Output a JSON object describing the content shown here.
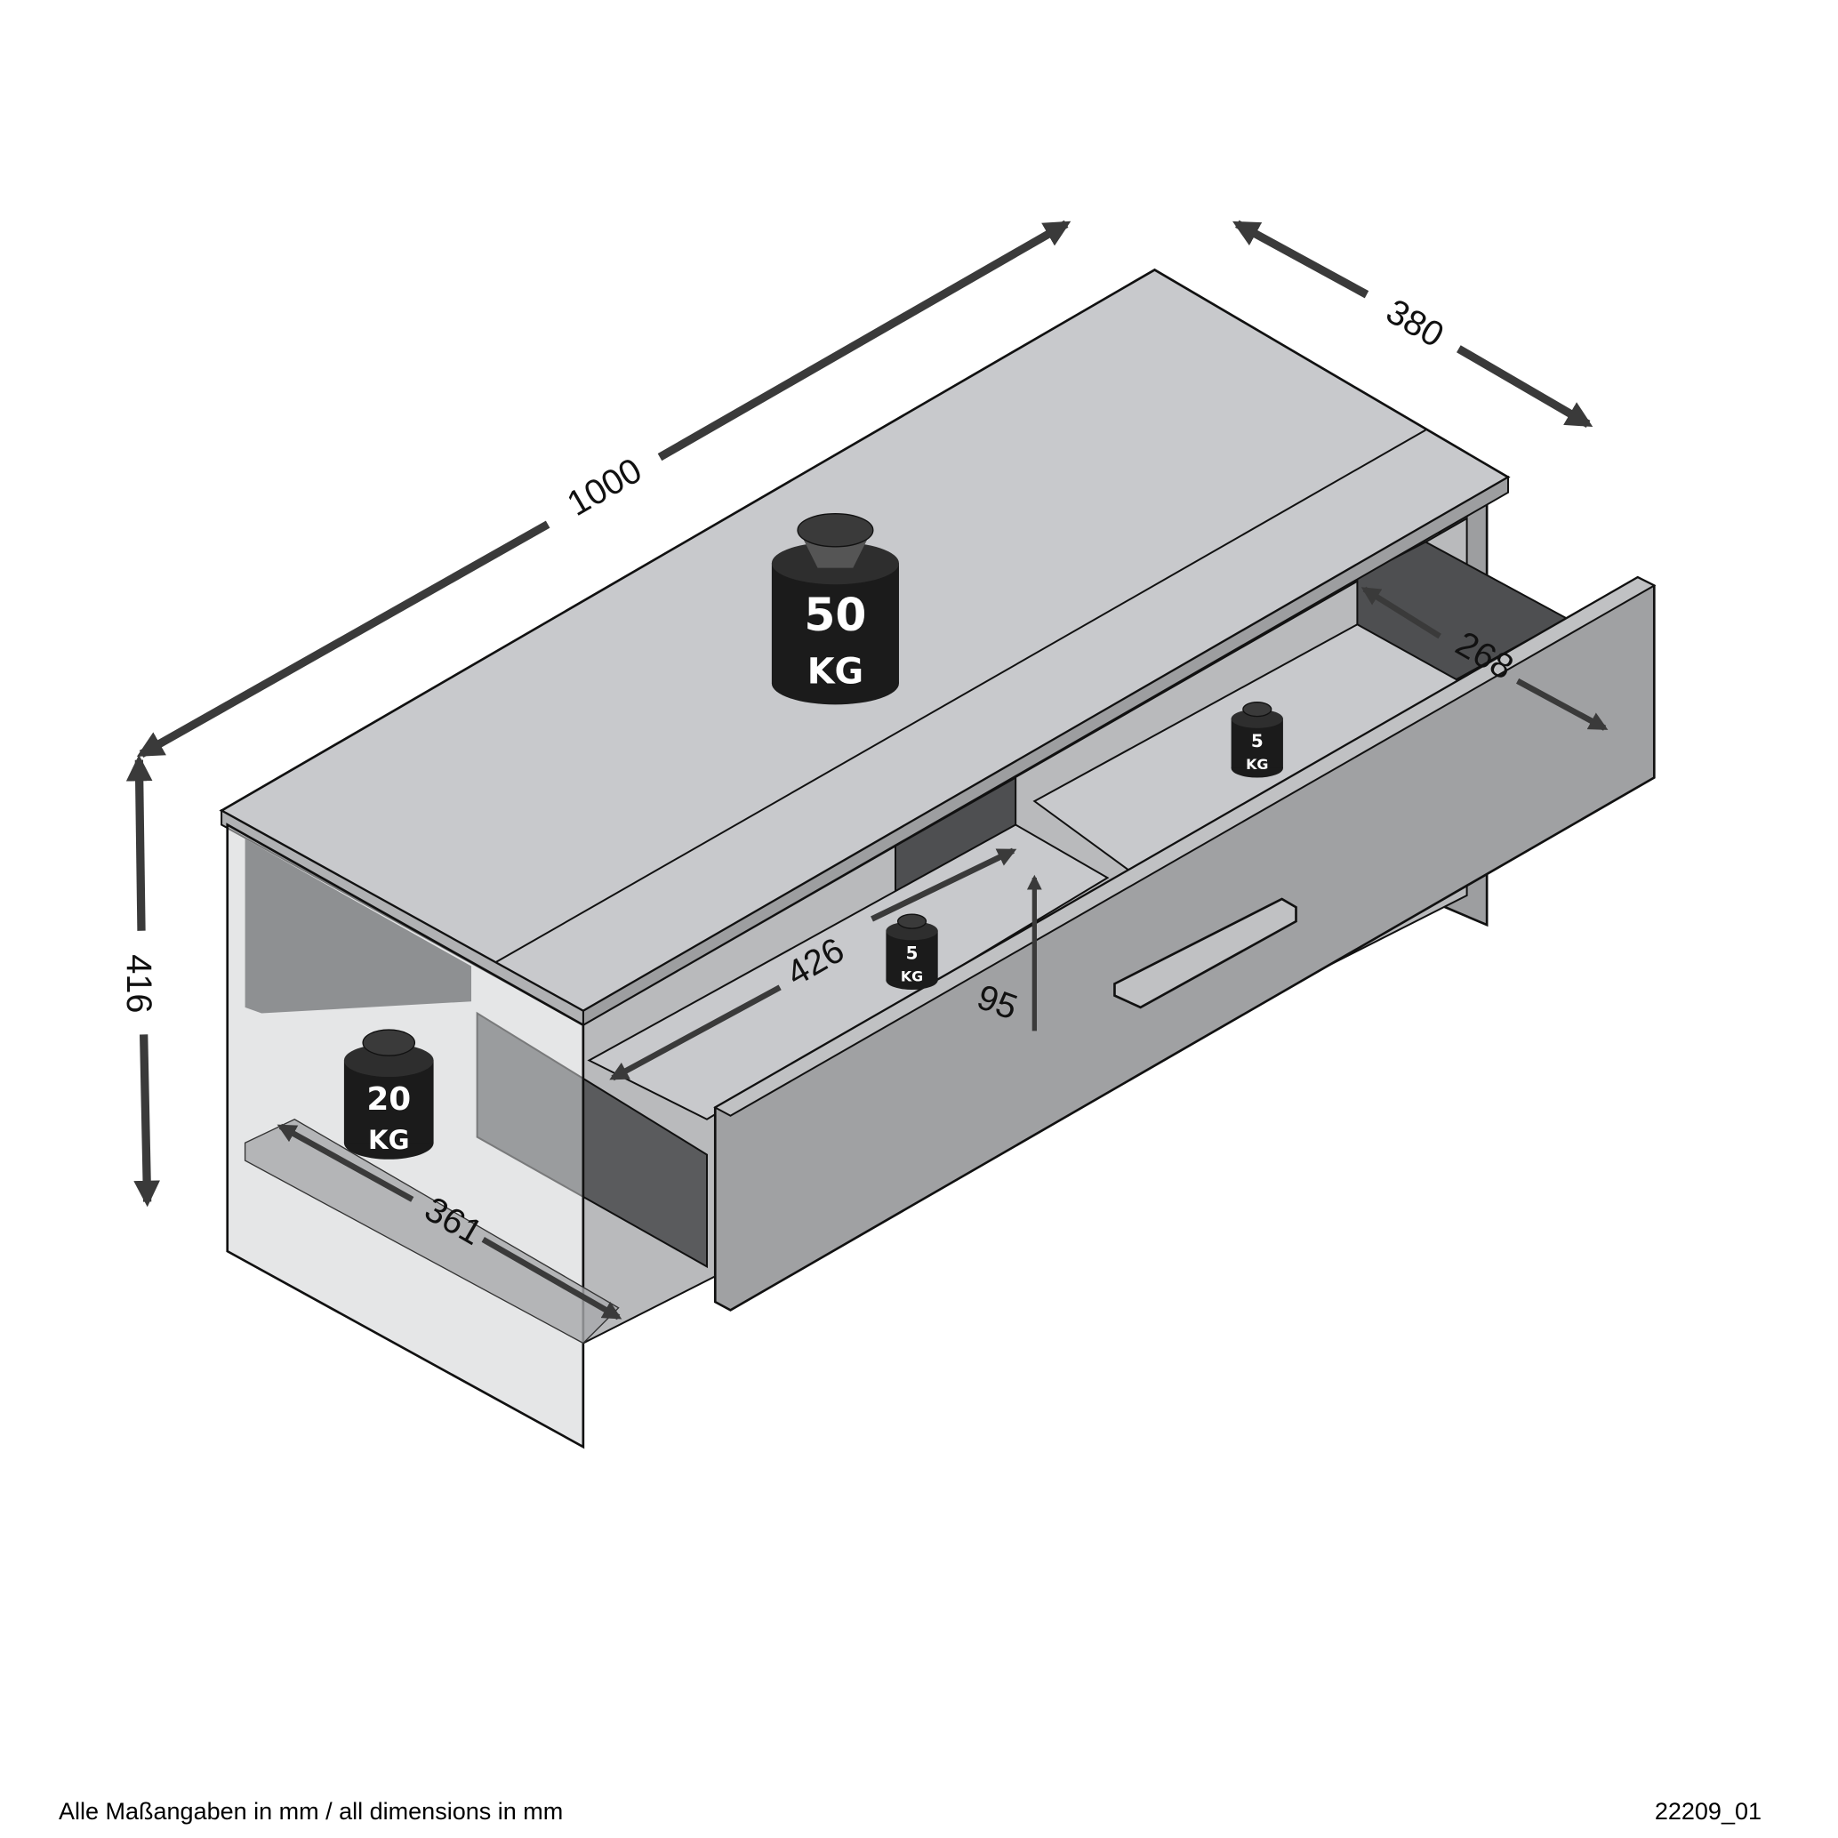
{
  "dimensions": {
    "width": "1000",
    "depth": "380",
    "height": "416",
    "drawer_depth": "268",
    "shelf_width": "426",
    "shelf_height": "95",
    "side_depth": "361"
  },
  "weights": {
    "top": {
      "value": "50",
      "unit": "KG"
    },
    "side": {
      "value": "20",
      "unit": "KG"
    },
    "shelf": {
      "value": "5",
      "unit": "KG"
    },
    "drawer": {
      "value": "5",
      "unit": "KG"
    }
  },
  "footer": {
    "note": "Alle Maßangaben in mm / all dimensions in mm",
    "code": "22209_01"
  },
  "colors": {
    "arrow": "#3a3a3a",
    "panel_light": "#c8c9cc",
    "panel_mid": "#a0a1a3",
    "panel_dark": "#4e4f51"
  }
}
